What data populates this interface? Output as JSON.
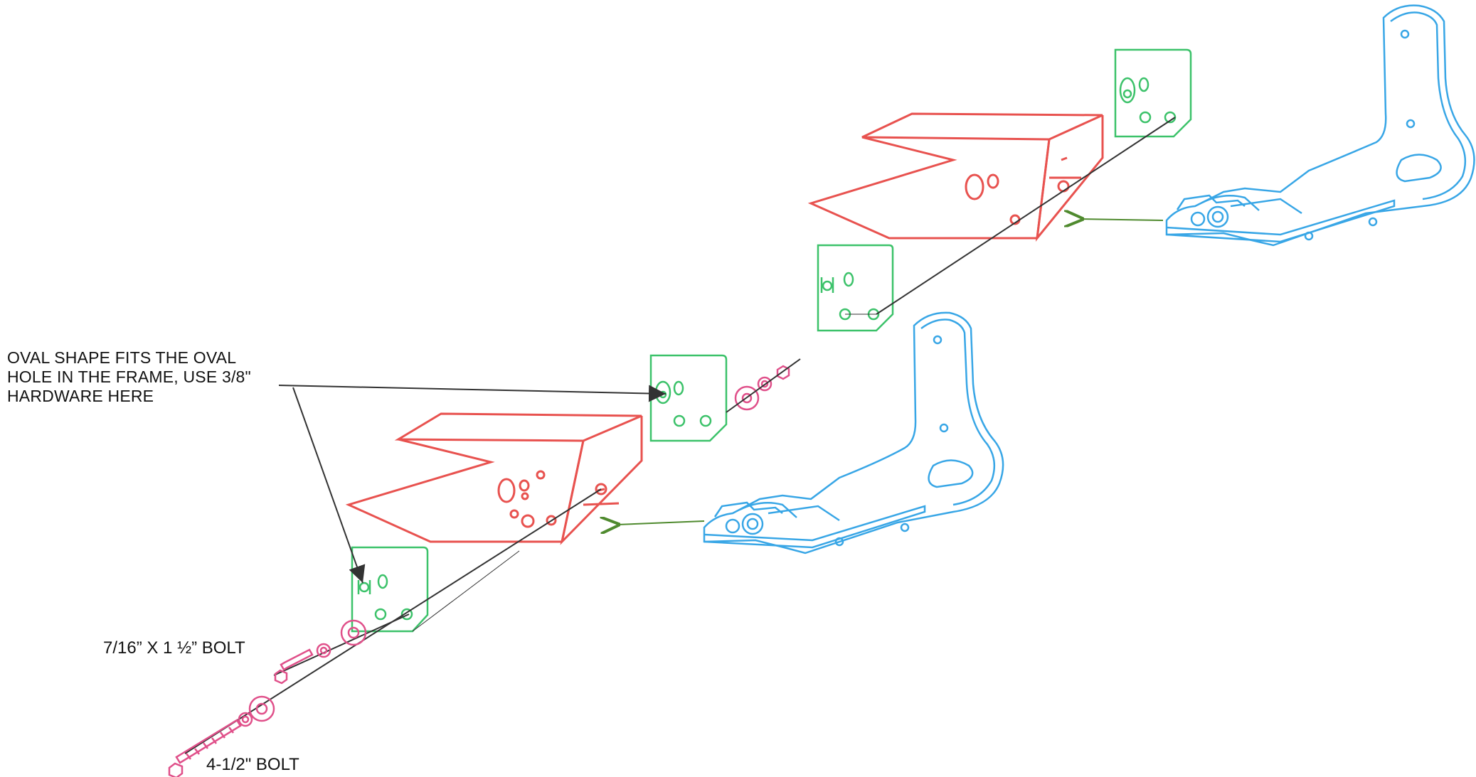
{
  "annotations": {
    "oval_note": "OVAL SHAPE FITS THE OVAL\nHOLE IN THE FRAME, USE 3/8\"\nHARDWARE HERE",
    "small_bolt": "7/16” X 1 ½” BOLT",
    "long_bolt": "4-1/2\" BOLT"
  },
  "colors": {
    "bracket": "#e8524f",
    "plate": "#3cc26a",
    "frame": "#38a6e6",
    "hardware": "#e0508a",
    "leader": "#333333",
    "arrow": "#4f8a2e"
  },
  "parts": {
    "upper_assembly": [
      "red-bracket",
      "green-plate-front",
      "green-plate-back",
      "blue-seat-frame"
    ],
    "lower_assembly": [
      "red-bracket",
      "green-plate-front",
      "green-plate-back",
      "blue-seat-frame",
      "bolts",
      "washers",
      "nuts"
    ]
  }
}
